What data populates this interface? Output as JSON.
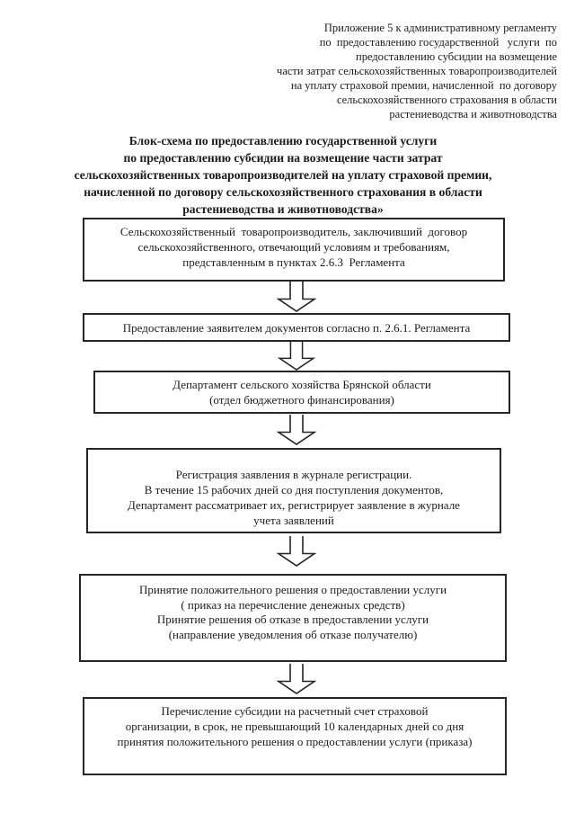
{
  "page": {
    "background": "#ffffff",
    "ink_color": "#1b1b1b",
    "kind": "scanned administrative regulation appendix with flowchart"
  },
  "appendix_note": {
    "lines": [
      "Приложение 5 к административному регламенту",
      "по  предоставлению государственной   услуги  по",
      "предоставлению субсидии на возмещение",
      "части затрат сельскохозяйственных товаропроизводителей",
      "на уплату страховой премии, начисленной  по договору",
      "сельскохозяйственного страхования в области",
      "растениеводства и животноводства"
    ]
  },
  "title": {
    "lines": [
      "Блок-схема по предоставлению государственной услуги",
      "по предоставлению субсидии на возмещение части затрат",
      "сельскохозяйственных товаропроизводителей на уплату страховой премии,",
      "начисленной по договору сельскохозяйственного страхования в области",
      "растениеводства и животноводства»"
    ]
  },
  "flowchart": {
    "connector_shape": "hollow-down-arrow",
    "connector_color": "#242424",
    "box_border_color": "#262626",
    "boxes": [
      {
        "name": "producer",
        "lines": [
          "Сельскохозяйственный  товаропроизводитель, заключивший  договор",
          "сельскохозяйственного, отвечающий условиям и требованиям,",
          "представленным в пунктах 2.6.3  Регламента"
        ]
      },
      {
        "name": "documents-submission",
        "lines": [
          "Предоставление заявителем документов согласно п. 2.6.1. Регламента"
        ]
      },
      {
        "name": "department",
        "lines": [
          "Департамент сельского хозяйства Брянской области",
          "(отдел бюджетного финансирования)"
        ]
      },
      {
        "name": "registration",
        "lines": [
          "Регистрация заявления в журнале регистрации.",
          "В течение 15 рабочих дней со дня поступления документов,",
          "Департамент рассматривает их, регистрирует заявление в журнале",
          "учета заявлений"
        ]
      },
      {
        "name": "decision",
        "lines": [
          "Принятие положительного решения о предоставлении услуги",
          "( приказ на перечисление денежных средств)",
          "Принятие решения об отказе в предоставлении услуги",
          "(направление уведомления об отказе получателю)"
        ]
      },
      {
        "name": "subsidy-transfer",
        "lines": [
          "Перечисление субсидии на расчетный счет страховой",
          "организации, в срок, не превышающий 10 календарных дней со дня",
          "принятия положительного решения о предоставлении услуги (приказа)"
        ]
      }
    ]
  }
}
